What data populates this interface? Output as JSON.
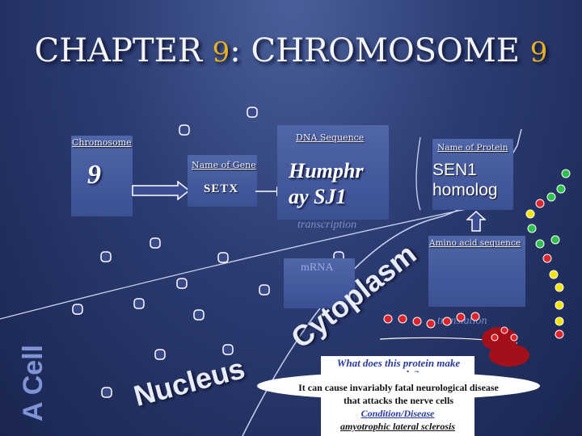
{
  "slide": {
    "title_main": "CHAPTER ",
    "title_num1": "9",
    "title_mid": ": CHROMOSOME ",
    "title_num2": "9"
  },
  "chromosome": {
    "header": "Chromosome",
    "value": "9"
  },
  "gene": {
    "header": "Name of Gene",
    "value": "SETX"
  },
  "dna": {
    "header": "DNA Sequence",
    "value_line1": "Humphr",
    "value_line2": "ay SJ1"
  },
  "protein": {
    "header": "Name of Protein",
    "value_line1": "SEN1",
    "value_line2": "homolog"
  },
  "labels": {
    "transcription": "transcription",
    "amino": "Amino acid sequence",
    "mrna": "mRNA",
    "translation": "translation",
    "cytoplasm": "Cytoplasm",
    "nucleus": "Nucleus",
    "a_cell": "A Cell"
  },
  "question": {
    "prompt_line1": "What does this protein make",
    "prompt_line2": "up or do?",
    "answer_line1": "It can cause invariably fatal neurological disease",
    "answer_line2": "that attacks the nerve cells",
    "condition_label": "Condition/Disease",
    "condition_value": "amyotrophic lateral sclerosis"
  },
  "colors": {
    "title_number": "#e8b21e",
    "box": "#4a60a3",
    "ribosome": "#a3101a",
    "bead_green": "#2ec24a",
    "bead_yellow": "#f2e600",
    "bead_red": "#e0222a",
    "question_text": "#2a3a9a"
  }
}
